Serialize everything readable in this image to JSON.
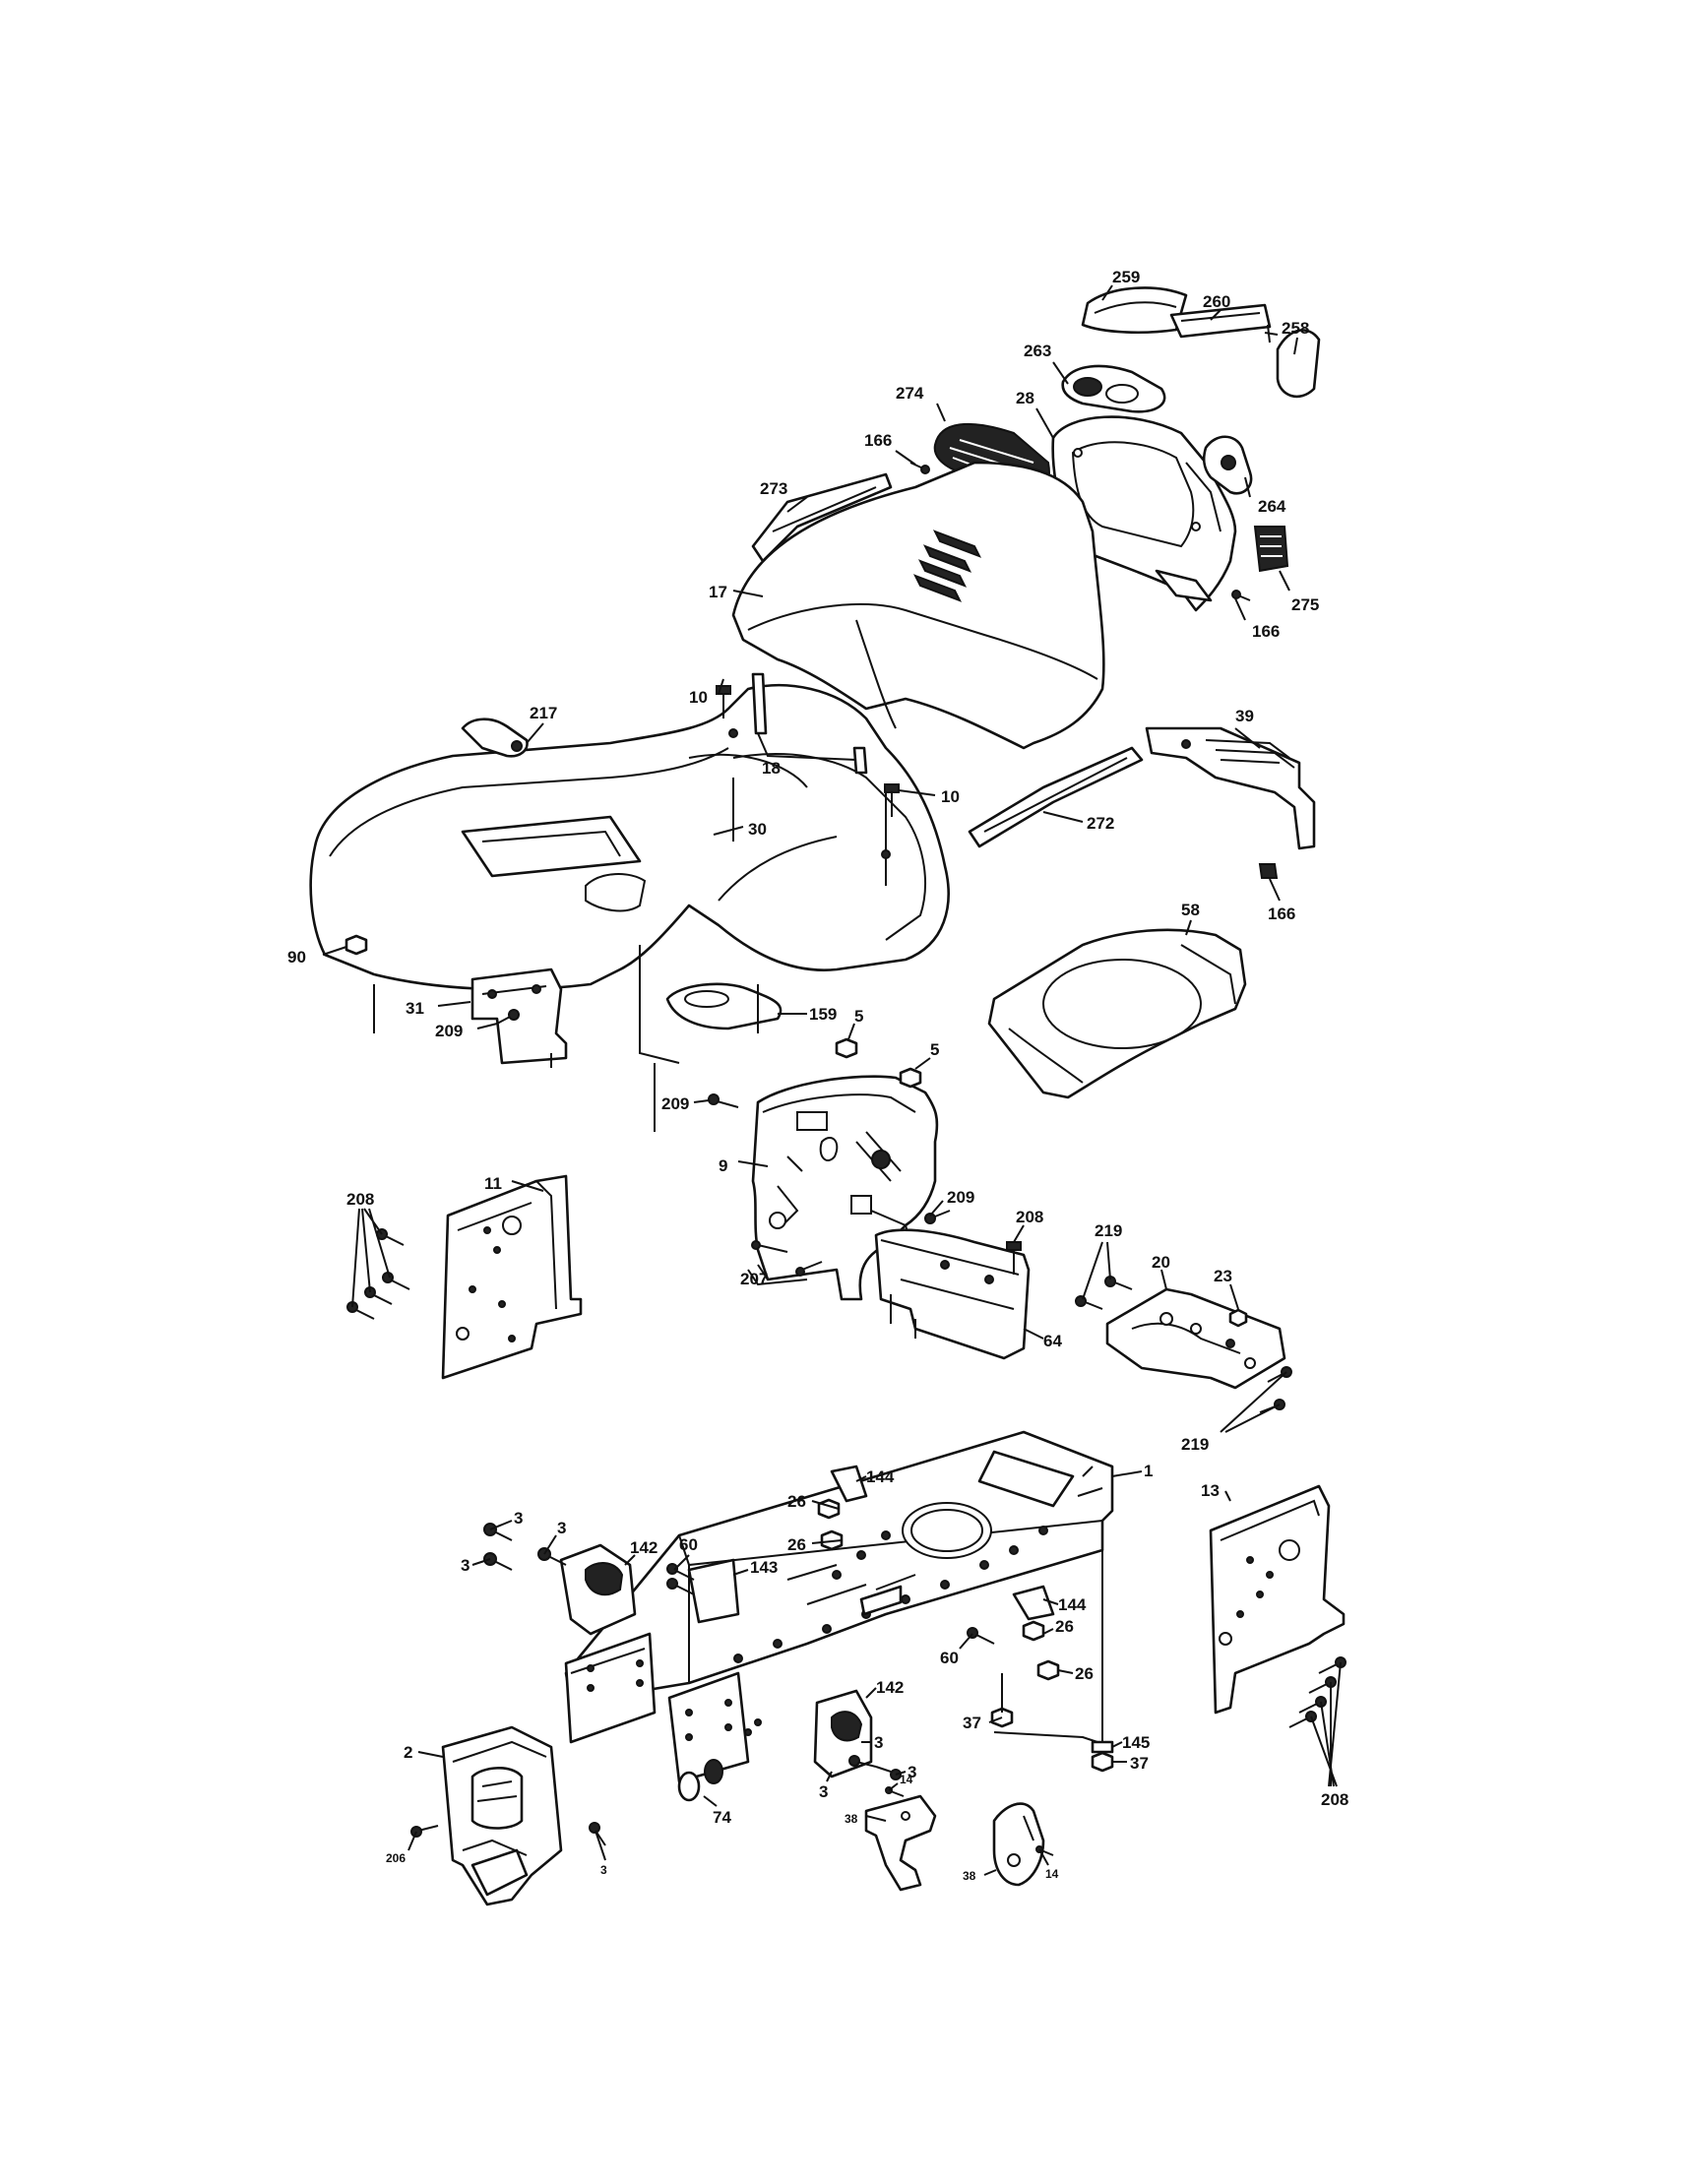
{
  "callouts": [
    {
      "id": "c259",
      "text": "259"
    },
    {
      "id": "c260",
      "text": "260"
    },
    {
      "id": "c258",
      "text": "258"
    },
    {
      "id": "c263",
      "text": "263"
    },
    {
      "id": "c274",
      "text": "274"
    },
    {
      "id": "c28",
      "text": "28"
    },
    {
      "id": "c166a",
      "text": "166"
    },
    {
      "id": "c273",
      "text": "273"
    },
    {
      "id": "c264",
      "text": "264"
    },
    {
      "id": "c17",
      "text": "17"
    },
    {
      "id": "c275",
      "text": "275"
    },
    {
      "id": "c166b",
      "text": "166"
    },
    {
      "id": "c10a",
      "text": "10"
    },
    {
      "id": "c217",
      "text": "217"
    },
    {
      "id": "c39",
      "text": "39"
    },
    {
      "id": "c18",
      "text": "18"
    },
    {
      "id": "c10b",
      "text": "10"
    },
    {
      "id": "c272",
      "text": "272"
    },
    {
      "id": "c30",
      "text": "30"
    },
    {
      "id": "c166c",
      "text": "166"
    },
    {
      "id": "c58",
      "text": "58"
    },
    {
      "id": "c90",
      "text": "90"
    },
    {
      "id": "c159",
      "text": "159"
    },
    {
      "id": "c5a",
      "text": "5"
    },
    {
      "id": "c31",
      "text": "31"
    },
    {
      "id": "c5b",
      "text": "5"
    },
    {
      "id": "c209a",
      "text": "209"
    },
    {
      "id": "c209b",
      "text": "209"
    },
    {
      "id": "c208a",
      "text": "208"
    },
    {
      "id": "c11",
      "text": "11"
    },
    {
      "id": "c9",
      "text": "9"
    },
    {
      "id": "c209c",
      "text": "209"
    },
    {
      "id": "c208b",
      "text": "208"
    },
    {
      "id": "c219a",
      "text": "219"
    },
    {
      "id": "c207",
      "text": "207"
    },
    {
      "id": "c20",
      "text": "20"
    },
    {
      "id": "c23",
      "text": "23"
    },
    {
      "id": "c64",
      "text": "64"
    },
    {
      "id": "c219b",
      "text": "219"
    },
    {
      "id": "c144a",
      "text": "144"
    },
    {
      "id": "c1",
      "text": "1"
    },
    {
      "id": "c26a",
      "text": "26"
    },
    {
      "id": "c13",
      "text": "13"
    },
    {
      "id": "c3a",
      "text": "3"
    },
    {
      "id": "c3b",
      "text": "3"
    },
    {
      "id": "c26b",
      "text": "26"
    },
    {
      "id": "c60a",
      "text": "60"
    },
    {
      "id": "c3c",
      "text": "3"
    },
    {
      "id": "c142a",
      "text": "142"
    },
    {
      "id": "c143",
      "text": "143"
    },
    {
      "id": "c144b",
      "text": "144"
    },
    {
      "id": "c26c",
      "text": "26"
    },
    {
      "id": "c60b",
      "text": "60"
    },
    {
      "id": "c26d",
      "text": "26"
    },
    {
      "id": "c142b",
      "text": "142"
    },
    {
      "id": "c3d",
      "text": "3"
    },
    {
      "id": "c37a",
      "text": "37"
    },
    {
      "id": "c145",
      "text": "145"
    },
    {
      "id": "c3e",
      "text": "3"
    },
    {
      "id": "c2",
      "text": "2"
    },
    {
      "id": "c37b",
      "text": "37"
    },
    {
      "id": "c3f",
      "text": "3"
    },
    {
      "id": "c208c",
      "text": "208"
    },
    {
      "id": "c74",
      "text": "74"
    },
    {
      "id": "c14a",
      "text": "14"
    },
    {
      "id": "c38a",
      "text": "38"
    },
    {
      "id": "c206",
      "text": "206"
    },
    {
      "id": "c3g",
      "text": "3"
    },
    {
      "id": "c38b",
      "text": "38"
    },
    {
      "id": "c14b",
      "text": "14"
    }
  ]
}
